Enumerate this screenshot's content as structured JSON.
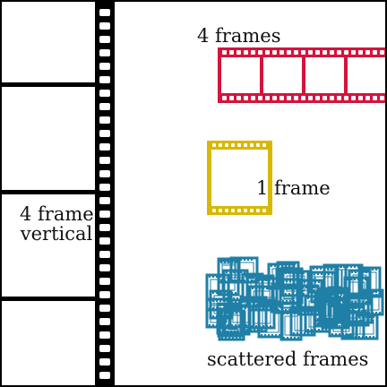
{
  "labels": {
    "horizontal_strip": "4 frames",
    "single_frame": "1 frame",
    "vertical_strip_line1": "4 frame",
    "vertical_strip_line2": "vertical",
    "scattered": "scattered frames"
  },
  "colors": {
    "vertical_strip": "#000000",
    "horizontal_strip": "#d4143c",
    "single_frame": "#d8b800",
    "scattered_frames": "#1f7fa6"
  },
  "film_strips": {
    "vertical_frame_count": 4,
    "horizontal_frame_count": 4,
    "single_frame_count": 1,
    "scattered_frame_count": 50
  }
}
